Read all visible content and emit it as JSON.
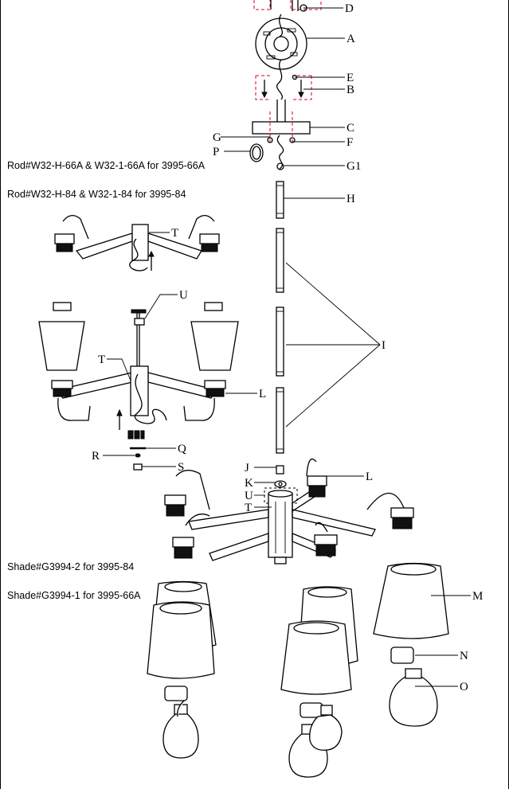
{
  "labels": {
    "A": "A",
    "B": "B",
    "C": "C",
    "D": "D",
    "E": "E",
    "F": "F",
    "G": "G",
    "G1": "G1",
    "H": "H",
    "I": "I",
    "J": "J",
    "K": "K",
    "L_top": "L",
    "L_side": "L",
    "M": "M",
    "N": "N",
    "O": "O",
    "P": "P",
    "Q": "Q",
    "R": "R",
    "S": "S",
    "T_top": "T",
    "T_mid": "T",
    "T_main": "T",
    "U_mid": "U",
    "U_main": "U"
  },
  "notes": {
    "rod_66a": "Rod#W32-H-66A & W32-1-66A for 3995-66A",
    "rod_84": "Rod#W32-H-84 & W32-1-84 for 3995-84",
    "shade_84": "Shade#G3994-2 for 3995-84",
    "shade_66a": "Shade#G3994-1 for 3995-66A"
  },
  "colors": {
    "line": "#000000",
    "guide": "#e0001b"
  }
}
